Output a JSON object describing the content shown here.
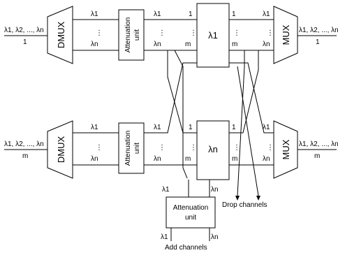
{
  "io": {
    "input_1": "λ1, λ2, ..., λn",
    "input_1_index": "1",
    "input_m": "λ1, λ2, ..., λn",
    "input_m_index": "m",
    "output_1": "λ1, λ2, ..., λn",
    "output_1_index": "1",
    "output_m": "λ1, λ2, ..., λn",
    "output_m_index": "m"
  },
  "blocks": {
    "dmux": "DMUX",
    "mux": "MUX",
    "attenuation": "Attenuation unit",
    "switch_top": "λ1",
    "switch_bottom": "λn"
  },
  "wavelengths": {
    "first": "λ1",
    "last": "λn",
    "dots": "⋮"
  },
  "ports": {
    "first": "1",
    "last": "m"
  },
  "labels": {
    "drop": "Drop channels",
    "add": "Add channels"
  }
}
